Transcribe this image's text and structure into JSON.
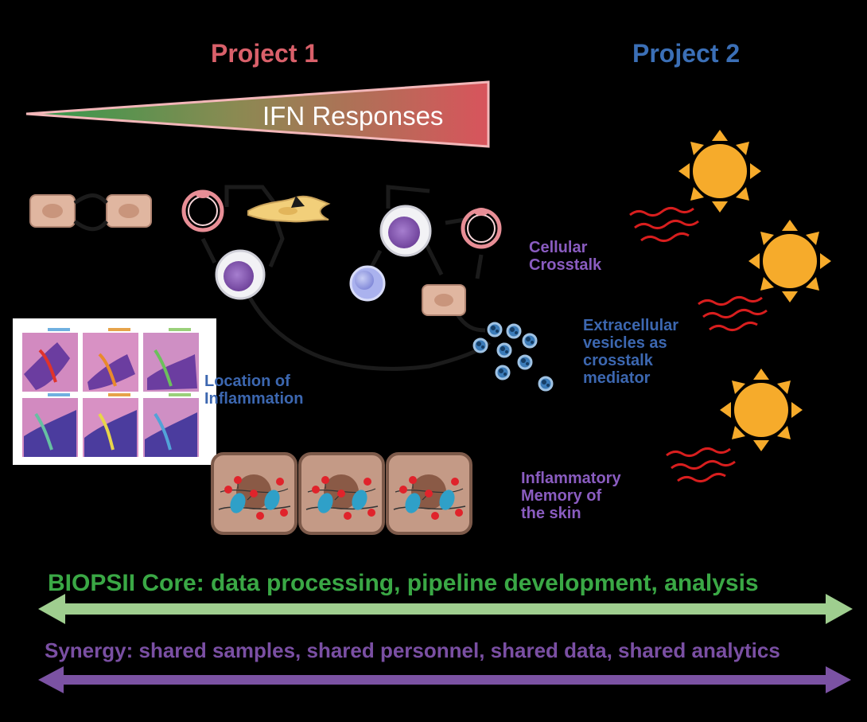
{
  "titles": {
    "project1": "Project 1",
    "project2": "Project 2"
  },
  "gradient_label": "IFN Responses",
  "annotations": {
    "cellular_crosstalk": [
      "Cellular",
      "Crosstalk"
    ],
    "extracellular_vesicles": [
      "Extracellular",
      "vesicles as",
      "crosstalk",
      "mediator"
    ],
    "location": [
      "Location of",
      "Inflammation"
    ],
    "memory": [
      "Inflammatory",
      "Memory of",
      "the skin"
    ]
  },
  "bars": {
    "core": "BIOPSII Core: data processing, pipeline development, analysis",
    "synergy": "Synergy: shared samples, shared personnel, shared data, shared analytics"
  },
  "colors": {
    "project1": "#d9606a",
    "project2": "#3b6fb6",
    "core": "#3aa845",
    "synergy": "#7a4fa3",
    "blue_text": "#3c67b0",
    "purple_text": "#8a5cc0",
    "sun": "#f6ab2b",
    "rays": "#d81e1e",
    "green_arrow": "#9fce8f",
    "purple_arrow": "#7b52a3"
  }
}
